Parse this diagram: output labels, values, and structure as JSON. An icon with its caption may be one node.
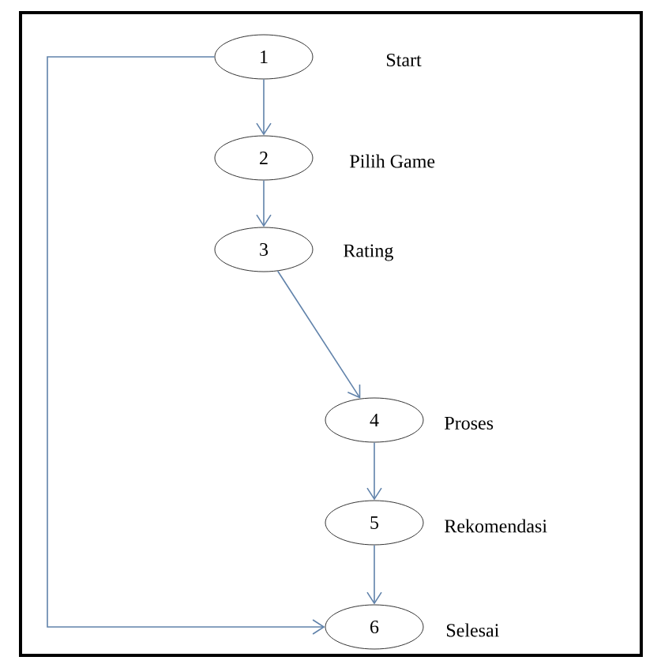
{
  "diagram": {
    "nodes": [
      {
        "text": [
          "1"
        ],
        "beside": [
          "Start"
        ]
      },
      {
        "text": [
          "2"
        ],
        "beside": [
          "Pilih Game"
        ]
      },
      {
        "text": [
          "3"
        ],
        "beside": [
          "Rating"
        ]
      },
      {
        "text": [
          "4"
        ],
        "beside": [
          "Proses"
        ]
      },
      {
        "text": [
          "5"
        ],
        "beside": [
          "Rekomendasi"
        ]
      },
      {
        "text": [
          "6"
        ],
        "beside": [
          "Selesai"
        ]
      }
    ],
    "edges": [
      {
        "from": 0,
        "to": 1,
        "arrow": "to"
      },
      {
        "from": 1,
        "to": 2,
        "arrow": "to"
      },
      {
        "from": 2,
        "to": 3,
        "arrow": "to"
      },
      {
        "from": 3,
        "to": 4,
        "arrow": "to"
      },
      {
        "from": 4,
        "to": 5,
        "arrow": "to"
      },
      {
        "from": 0,
        "to": 5,
        "arrow": "to"
      }
    ]
  }
}
